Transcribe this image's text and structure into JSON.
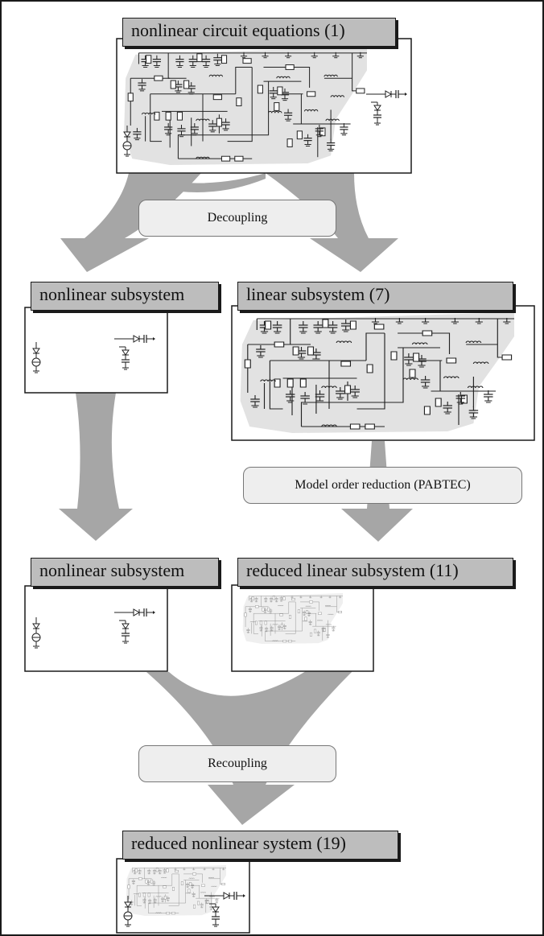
{
  "diagram": {
    "nodes": {
      "top": "nonlinear circuit equations (1)",
      "nonlinear_a": "nonlinear subsystem",
      "linear": "linear subsystem (7)",
      "nonlinear_b": "nonlinear subsystem",
      "reduced_linear": "reduced linear subsystem (11)",
      "final": "reduced nonlinear system (19)"
    },
    "steps": {
      "decoupling": "Decoupling",
      "mor": "Model order reduction (PABTEC)",
      "recoupling": "Recoupling"
    },
    "colors": {
      "arrow": "#a6a6a6",
      "label_fill": "#bdbdbd",
      "circuit_blob": "#e2e2e2",
      "step_fill": "#eeeeee"
    }
  }
}
